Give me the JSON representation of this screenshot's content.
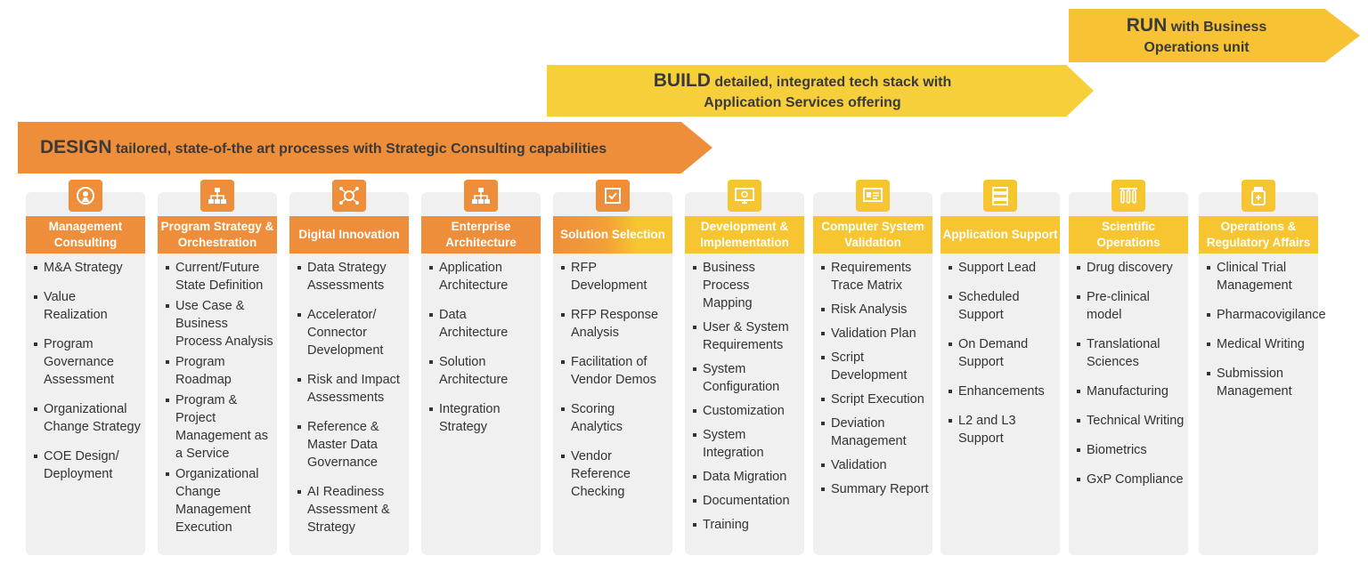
{
  "arrows": {
    "design": {
      "keyword": "DESIGN",
      "rest": "tailored, state-of-the art processes with Strategic Consulting capabilities"
    },
    "build": {
      "keyword": "BUILD",
      "rest_line1": "detailed, integrated tech stack with",
      "line2": "Application Services offering"
    },
    "run": {
      "keyword": "RUN",
      "rest_line1": "with Business",
      "line2": "Operations unit"
    }
  },
  "colors": {
    "design": "#EE8E3A",
    "build": "#F6CF3A",
    "run": "#F7C233",
    "column_bg": "#f0f0f0"
  },
  "columns": [
    {
      "title": "Management Consulting",
      "icon": "gear-head-icon",
      "items": [
        "M&A Strategy",
        "Value Realization",
        "Program Governance Assessment",
        "Organizational Change Strategy",
        "COE Design/ Deployment"
      ]
    },
    {
      "title": "Program Strategy & Orchestration",
      "icon": "hierarchy-icon",
      "items": [
        "Current/Future State Definition",
        "Use Case & Business Process Analysis",
        "Program Roadmap",
        "Program & Project Management as a Service",
        "Organizational Change Management Execution"
      ]
    },
    {
      "title": "Digital Innovation",
      "icon": "network-brain-icon",
      "items": [
        "Data Strategy Assessments",
        "Accelerator/ Connector Development",
        "Risk and Impact Assessments",
        "Reference & Master Data Governance",
        "AI Readiness Assessment & Strategy"
      ]
    },
    {
      "title": "Enterprise Architecture",
      "icon": "hierarchy-icon",
      "items": [
        "Application Architecture",
        "Data Architecture",
        "Solution Architecture",
        "Integration Strategy"
      ]
    },
    {
      "title": "Solution Selection",
      "icon": "checkbox-icon",
      "items": [
        "RFP Development",
        "RFP Response Analysis",
        "Facilitation of Vendor Demos",
        "Scoring Analytics",
        "Vendor Reference Checking"
      ]
    },
    {
      "title": "Development & Implementation",
      "icon": "monitor-code-icon",
      "items": [
        "Business Process Mapping",
        "User & System Requirements",
        "System Configuration",
        "Customization",
        "System Integration",
        "Data Migration",
        "Documentation",
        "Training"
      ]
    },
    {
      "title": "Computer System Validation",
      "icon": "screen-id-icon",
      "items": [
        "Requirements Trace Matrix",
        "Risk Analysis",
        "Validation Plan",
        "Script Development",
        "Script Execution",
        "Deviation Management",
        "Validation",
        "Summary Report"
      ]
    },
    {
      "title": "Application Support",
      "icon": "server-stack-icon",
      "items": [
        "Support Lead",
        "Scheduled Support",
        "On Demand Support",
        "Enhancements",
        "L2 and L3 Support"
      ]
    },
    {
      "title": "Scientific Operations",
      "icon": "test-tubes-icon",
      "items": [
        "Drug discovery",
        "Pre-clinical model",
        "Translational Sciences",
        "Manufacturing",
        "Technical Writing",
        "Biometrics",
        "GxP Compliance"
      ]
    },
    {
      "title": "Operations & Regulatory Affairs",
      "icon": "pill-bottle-icon",
      "items": [
        "Clinical Trial Management",
        "Pharmacovigilance",
        "Medical Writing",
        "Submission Management"
      ]
    }
  ]
}
